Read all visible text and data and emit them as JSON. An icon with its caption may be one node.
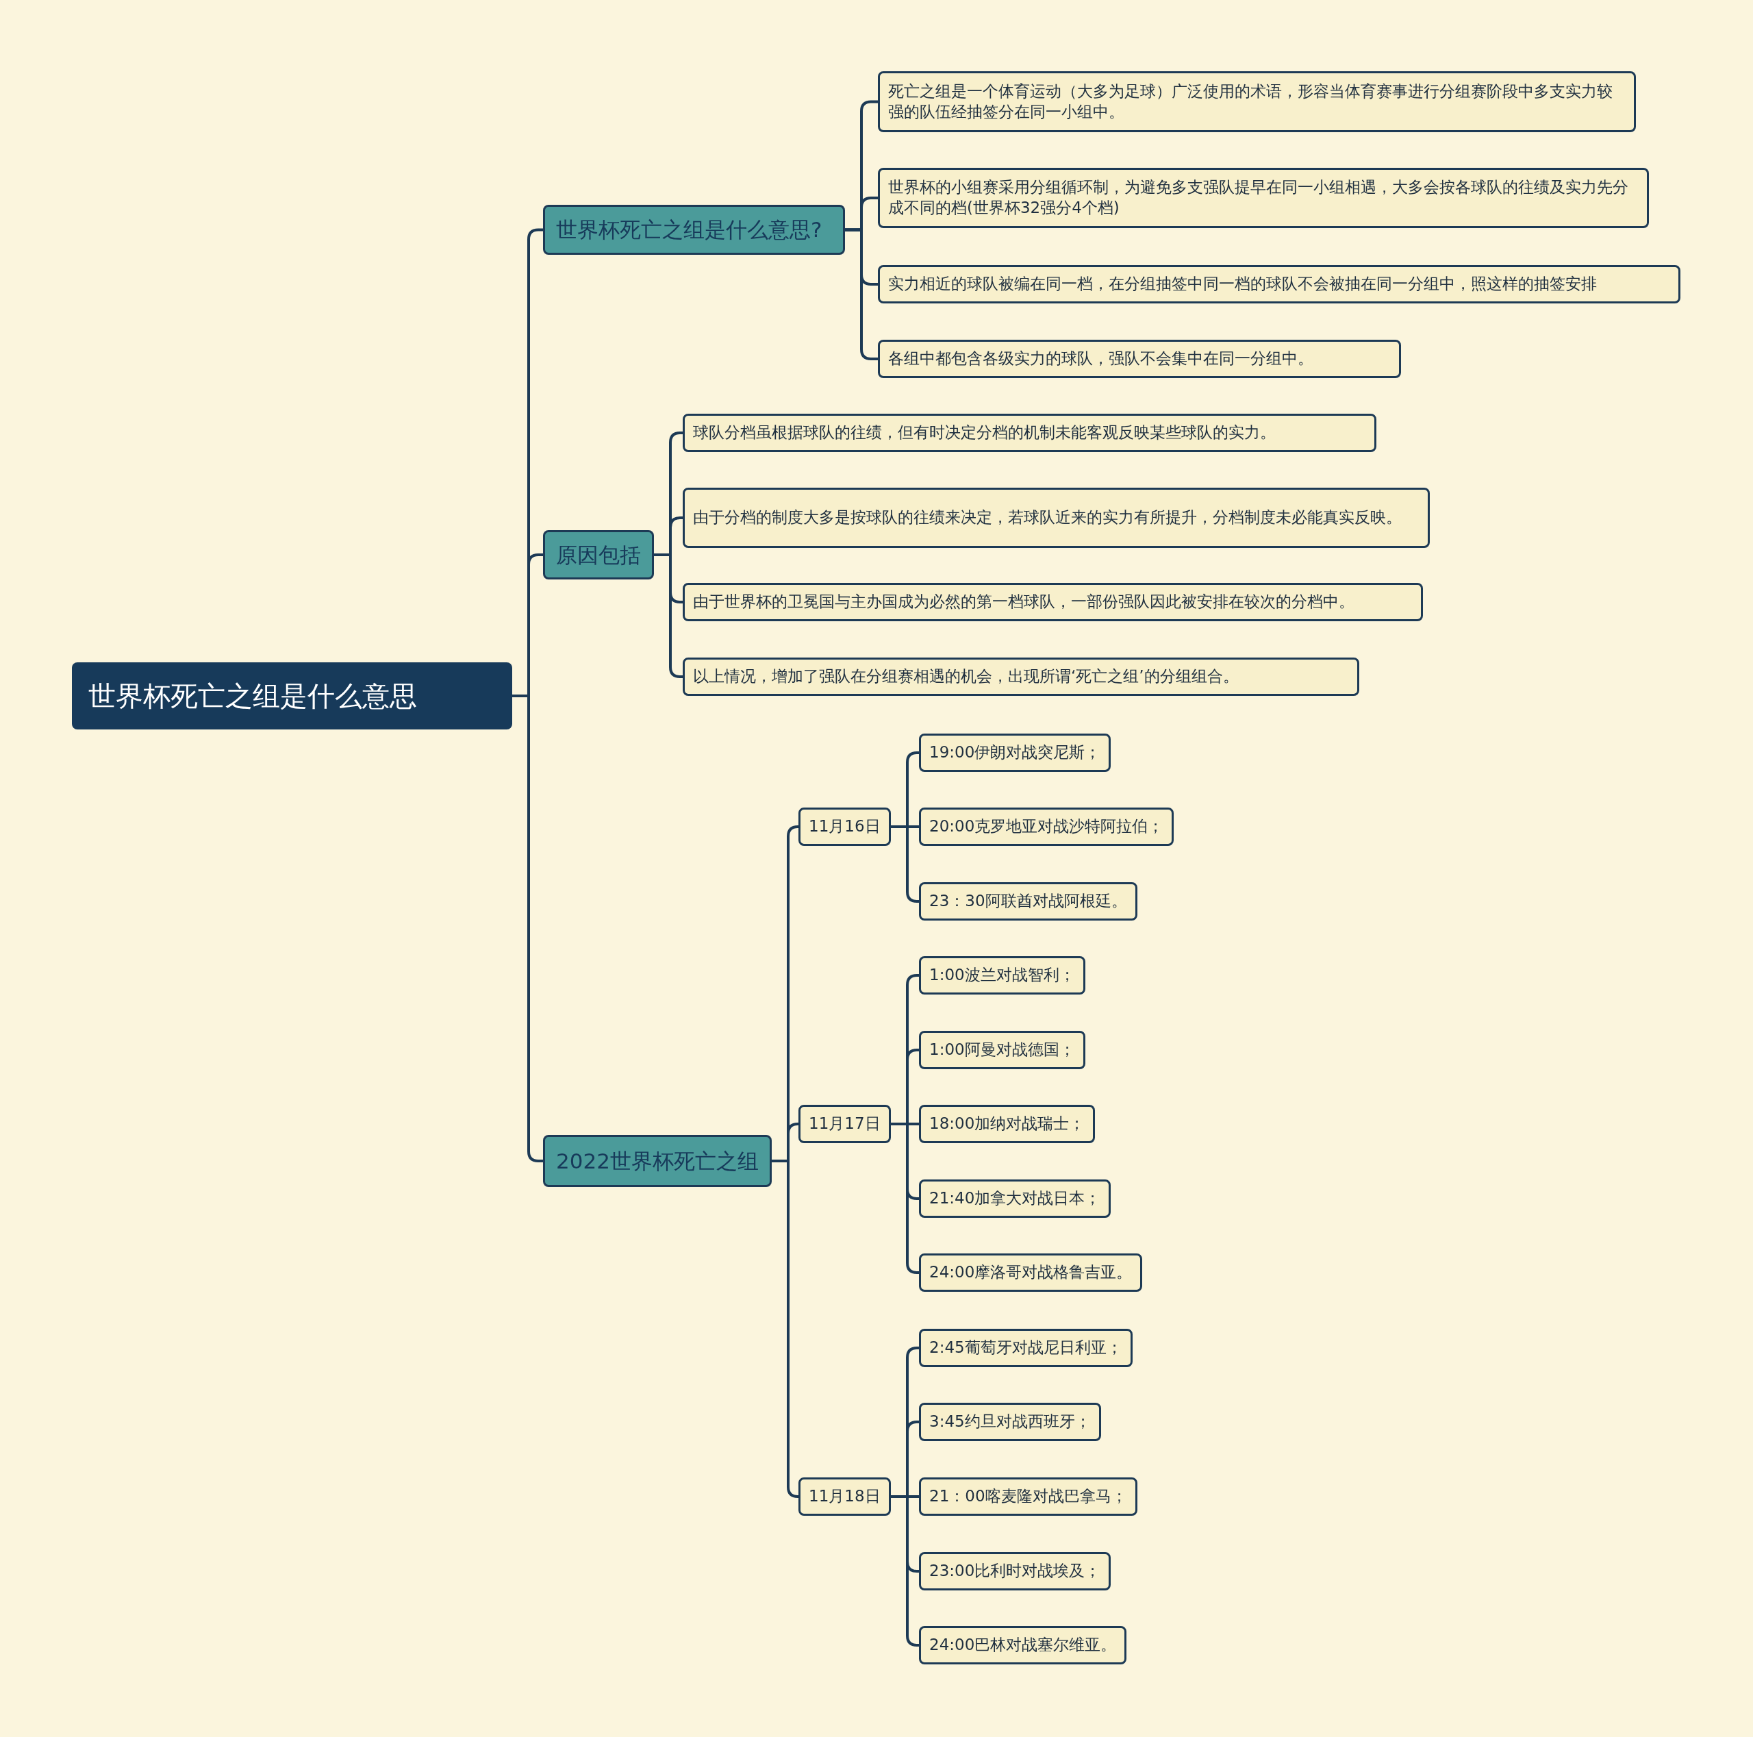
{
  "diagram": {
    "nodes": [
      {
        "text": [
          "世界杯死亡之组是什么意思"
        ]
      },
      {
        "text": [
          "世界杯死亡之组是什么意思?"
        ]
      },
      {
        "text": [
          "死亡之组是一个体育运动（大多为足球）广泛使用的术语，形容当体育赛事进行分组赛阶段中多支实力较强的队伍经抽签分在同一小组中。"
        ]
      },
      {
        "text": [
          "世界杯的小组赛采用分组循环制，为避免多支强队提早在同一小组相遇，大多会按各球队的往绩及实力先分成不同的档(世界杯32强分4个档)"
        ]
      },
      {
        "text": [
          "实力相近的球队被编在同一档，在分组抽签中同一档的球队不会被抽在同一分组中，照这样的抽签安排"
        ]
      },
      {
        "text": [
          "各组中都包含各级实力的球队，强队不会集中在同一分组中。"
        ]
      },
      {
        "text": [
          "原因包括"
        ]
      },
      {
        "text": [
          "球队分档虽根据球队的往绩，但有时决定分档的机制未能客观反映某些球队的实力。"
        ]
      },
      {
        "text": [
          "由于分档的制度大多是按球队的往绩来决定，若球队近来的实力有所提升，分档制度未必能真实反映。"
        ]
      },
      {
        "text": [
          "由于世界杯的卫冕国与主办国成为必然的第一档球队，一部份强队因此被安排在较次的分档中。"
        ]
      },
      {
        "text": [
          "以上情况，增加了强队在分组赛相遇的机会，出现所谓‘死亡之组’的分组组合。"
        ]
      },
      {
        "text": [
          "2022世界杯死亡之组"
        ]
      },
      {
        "text": [
          "11月16日"
        ]
      },
      {
        "text": [
          "19:00伊朗对战突尼斯；"
        ]
      },
      {
        "text": [
          "20:00克罗地亚对战沙特阿拉伯；"
        ]
      },
      {
        "text": [
          "23：30阿联酋对战阿根廷。"
        ]
      },
      {
        "text": [
          "11月17日"
        ]
      },
      {
        "text": [
          "1:00波兰对战智利；"
        ]
      },
      {
        "text": [
          "1:00阿曼对战德国；"
        ]
      },
      {
        "text": [
          "18:00加纳对战瑞士；"
        ]
      },
      {
        "text": [
          "21:40加拿大对战日本；"
        ]
      },
      {
        "text": [
          "24:00摩洛哥对战格鲁吉亚。"
        ]
      },
      {
        "text": [
          "11月18日"
        ]
      },
      {
        "text": [
          "2:45葡萄牙对战尼日利亚；"
        ]
      },
      {
        "text": [
          "3:45约旦对战西班牙；"
        ]
      },
      {
        "text": [
          "21：00喀麦隆对战巴拿马；"
        ]
      },
      {
        "text": [
          "23:00比利时对战埃及；"
        ]
      },
      {
        "text": [
          "24:00巴林对战塞尔维亚。"
        ]
      }
    ],
    "edges": [
      {
        "from": 0,
        "to": 1,
        "arrow": "none"
      },
      {
        "from": 0,
        "to": 6,
        "arrow": "none"
      },
      {
        "from": 0,
        "to": 11,
        "arrow": "none"
      },
      {
        "from": 1,
        "to": 2,
        "arrow": "none"
      },
      {
        "from": 1,
        "to": 3,
        "arrow": "none"
      },
      {
        "from": 1,
        "to": 4,
        "arrow": "none"
      },
      {
        "from": 1,
        "to": 5,
        "arrow": "none"
      },
      {
        "from": 6,
        "to": 7,
        "arrow": "none"
      },
      {
        "from": 6,
        "to": 8,
        "arrow": "none"
      },
      {
        "from": 6,
        "to": 9,
        "arrow": "none"
      },
      {
        "from": 6,
        "to": 10,
        "arrow": "none"
      },
      {
        "from": 11,
        "to": 12,
        "arrow": "none"
      },
      {
        "from": 11,
        "to": 16,
        "arrow": "none"
      },
      {
        "from": 11,
        "to": 22,
        "arrow": "none"
      },
      {
        "from": 12,
        "to": 13,
        "arrow": "none"
      },
      {
        "from": 12,
        "to": 14,
        "arrow": "none"
      },
      {
        "from": 12,
        "to": 15,
        "arrow": "none"
      },
      {
        "from": 16,
        "to": 17,
        "arrow": "none"
      },
      {
        "from": 16,
        "to": 18,
        "arrow": "none"
      },
      {
        "from": 16,
        "to": 19,
        "arrow": "none"
      },
      {
        "from": 16,
        "to": 20,
        "arrow": "none"
      },
      {
        "from": 16,
        "to": 21,
        "arrow": "none"
      },
      {
        "from": 22,
        "to": 23,
        "arrow": "none"
      },
      {
        "from": 22,
        "to": 24,
        "arrow": "none"
      },
      {
        "from": 22,
        "to": 25,
        "arrow": "none"
      },
      {
        "from": 22,
        "to": 26,
        "arrow": "none"
      },
      {
        "from": 22,
        "to": 27,
        "arrow": "none"
      }
    ]
  }
}
